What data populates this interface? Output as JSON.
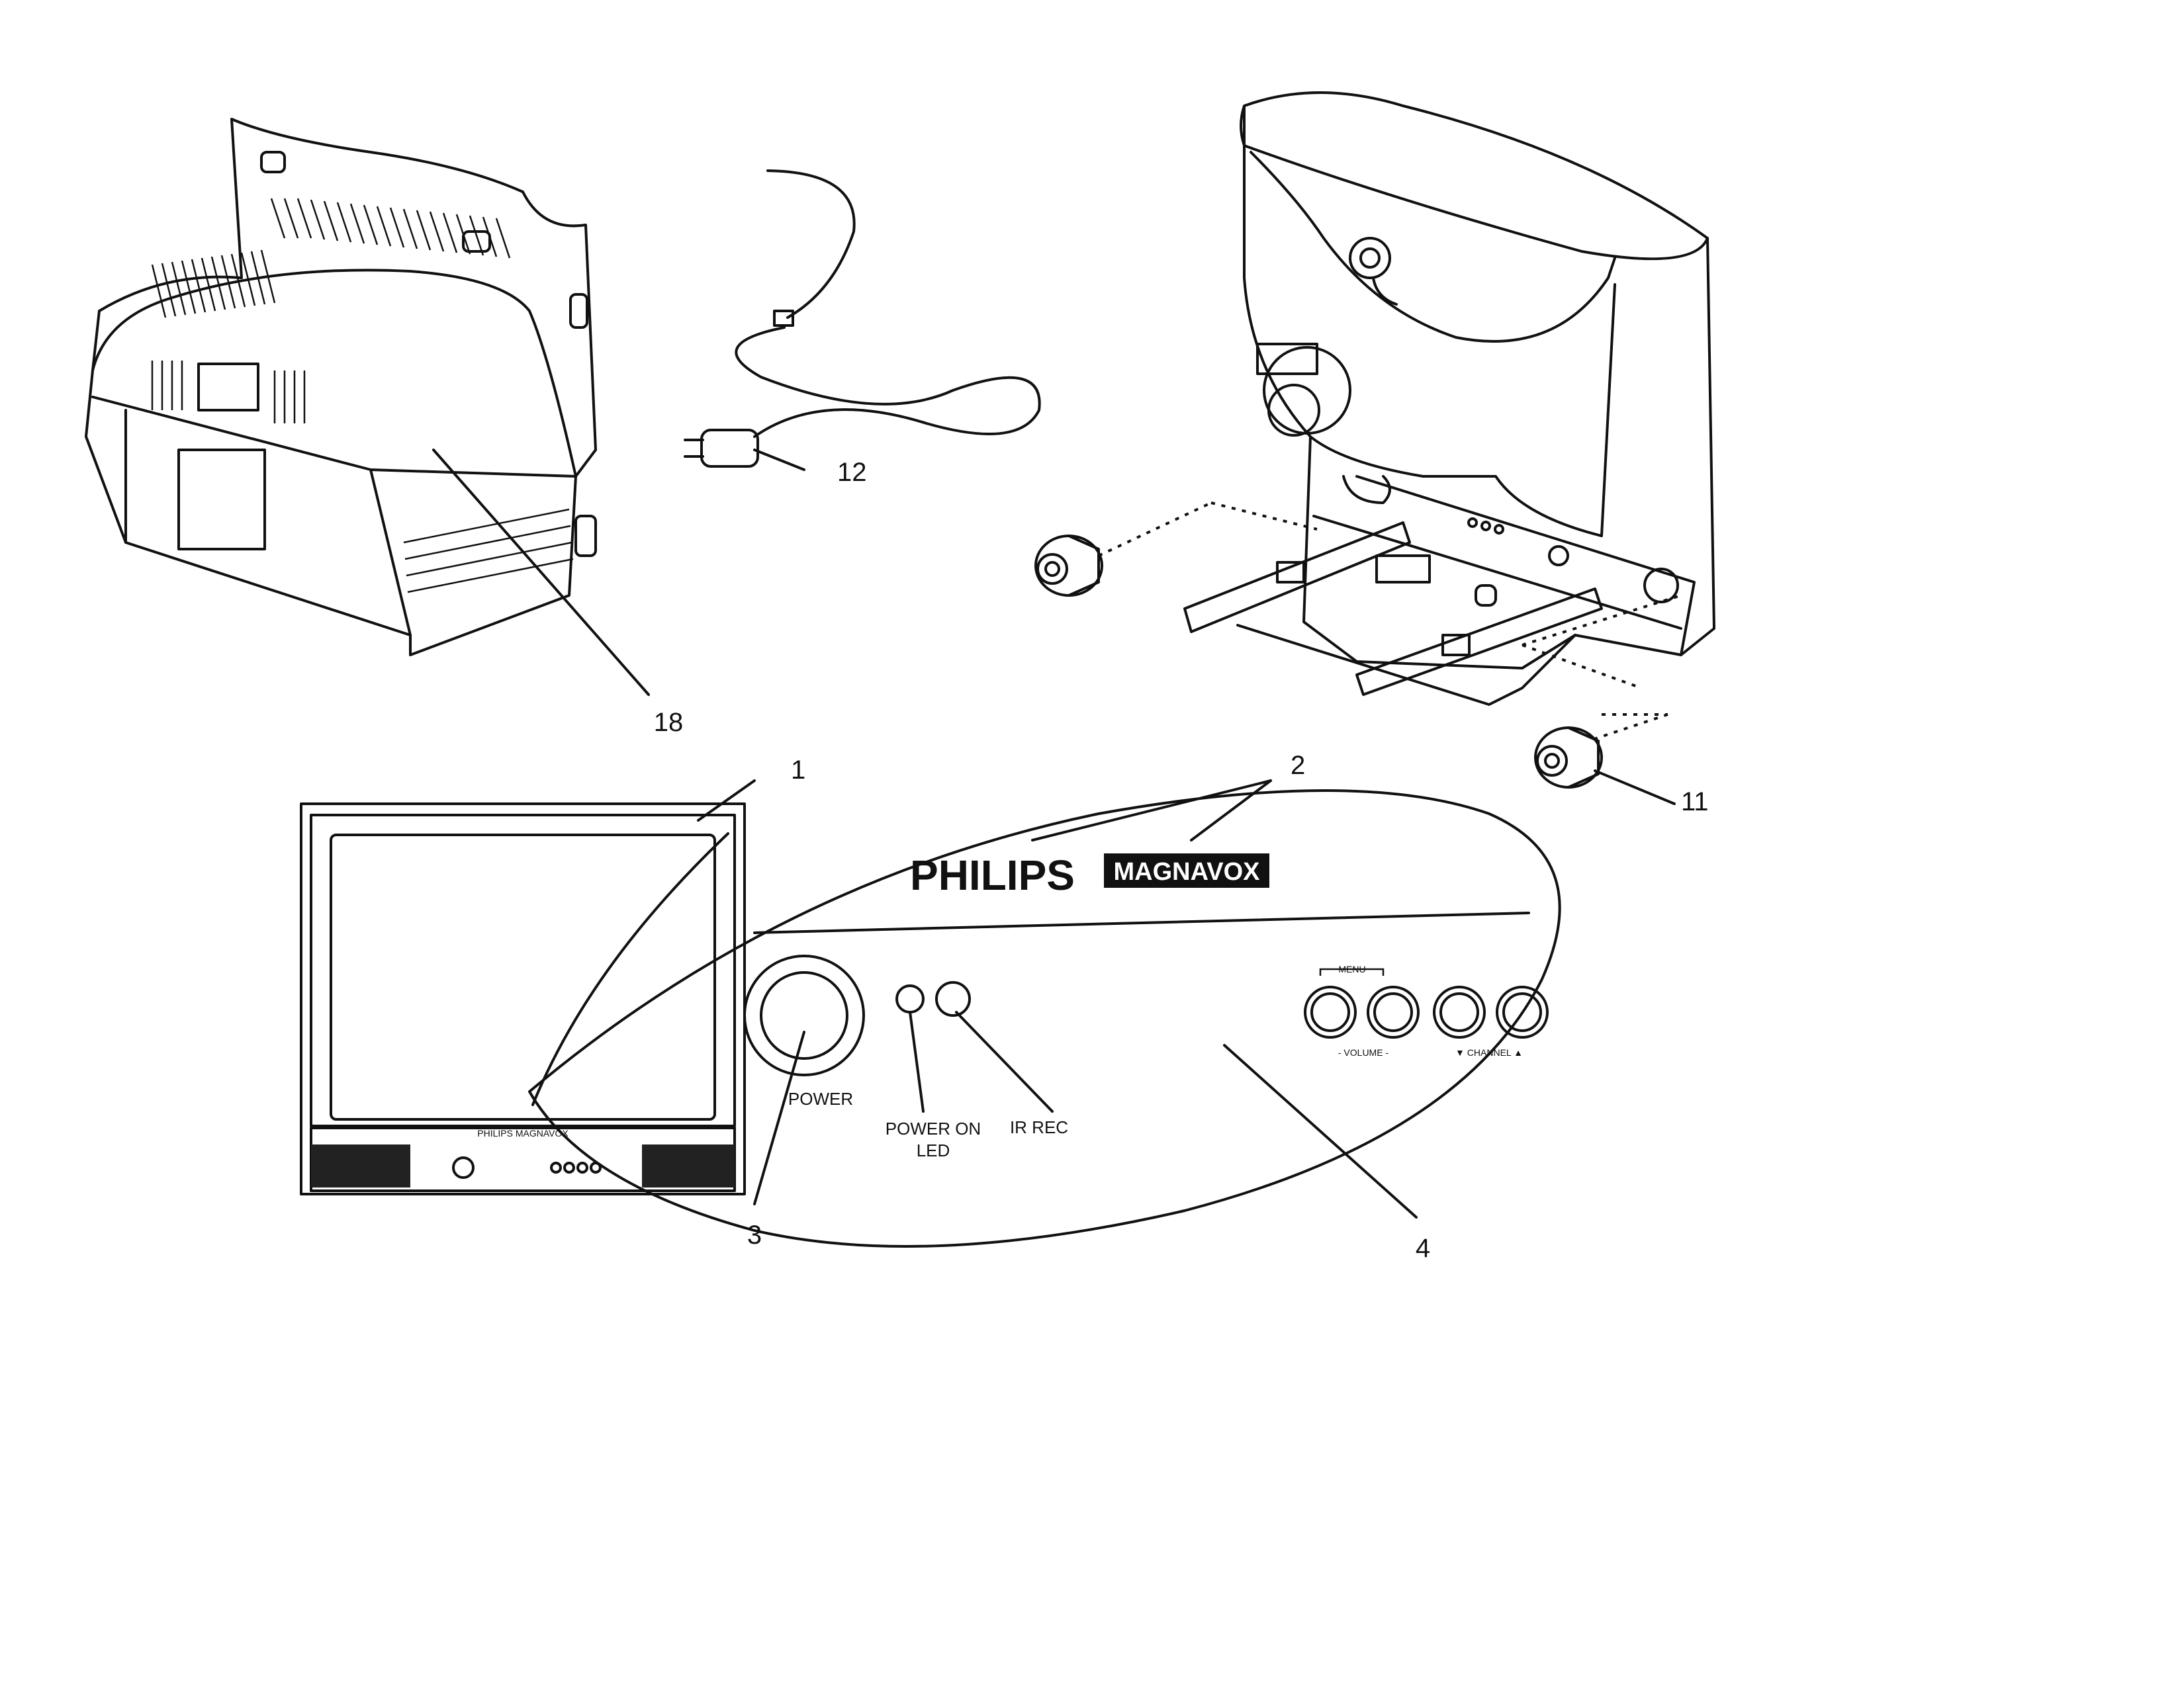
{
  "callouts": {
    "c1": "1",
    "c2": "2",
    "c3": "3",
    "c4": "4",
    "c11": "11",
    "c12": "12",
    "c18": "18"
  },
  "panel": {
    "brand_main": "PHILIPS",
    "brand_secondary": "MAGNAVOX",
    "power_label": "POWER",
    "power_on_led_line1": "POWER ON",
    "power_on_led_line2": "LED",
    "ir_rec_label": "IR REC",
    "menu_label": "MENU",
    "volume_label": "- VOLUME -",
    "channel_label": "▼ CHANNEL ▲"
  },
  "tv_front": {
    "logo_text": "PHILIPS MAGNAVOX"
  }
}
